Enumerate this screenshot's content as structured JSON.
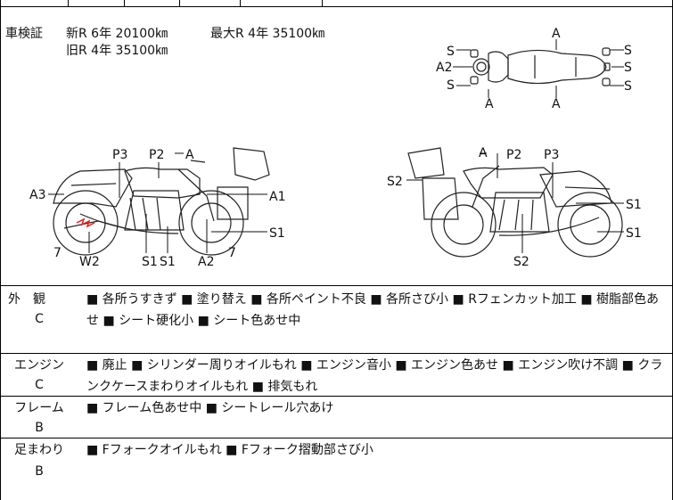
{
  "inspection": {
    "label": "車検証",
    "new_rule": "新R 6年 20100㎞",
    "max_rule": "最大R 4年 35100㎞",
    "old_rule": "旧R 4年 35100㎞"
  },
  "diagram_markers": {
    "top_view": [
      "S",
      "A2",
      "S",
      "A",
      "A",
      "A",
      "S",
      "S",
      "S"
    ],
    "left_view": [
      "P3",
      "P2",
      "A",
      "A3",
      "A1",
      "S1",
      "7",
      "W2",
      "S1",
      "S1",
      "A2",
      "7"
    ],
    "right_view": [
      "A",
      "P2",
      "P3",
      "S2",
      "S1",
      "S1",
      "S2"
    ]
  },
  "sections": [
    {
      "name": "外　観",
      "grade": "C",
      "text": "■ 各所うすきず ■ 塗り替え ■ 各所ペイント不良 ■ 各所さび小 ■ Rフェンカット加工 ■ 樹脂部色あせ ■ シート硬化小 ■ シート色あせ中"
    },
    {
      "name": "エンジン",
      "grade": "C",
      "text": "■ 廃止 ■ シリンダー周りオイルもれ ■ エンジン音小 ■ エンジン色あせ ■ エンジン吹け不調 ■ クランクケースまわりオイルもれ ■ 排気もれ"
    },
    {
      "name": "フレーム",
      "grade": "B",
      "text": "■ フレーム色あせ中 ■ シートレール穴あけ"
    },
    {
      "name": "足まわり",
      "grade": "B",
      "text": "■ Fフォークオイルもれ ■ Fフォーク摺動部さび小"
    }
  ]
}
